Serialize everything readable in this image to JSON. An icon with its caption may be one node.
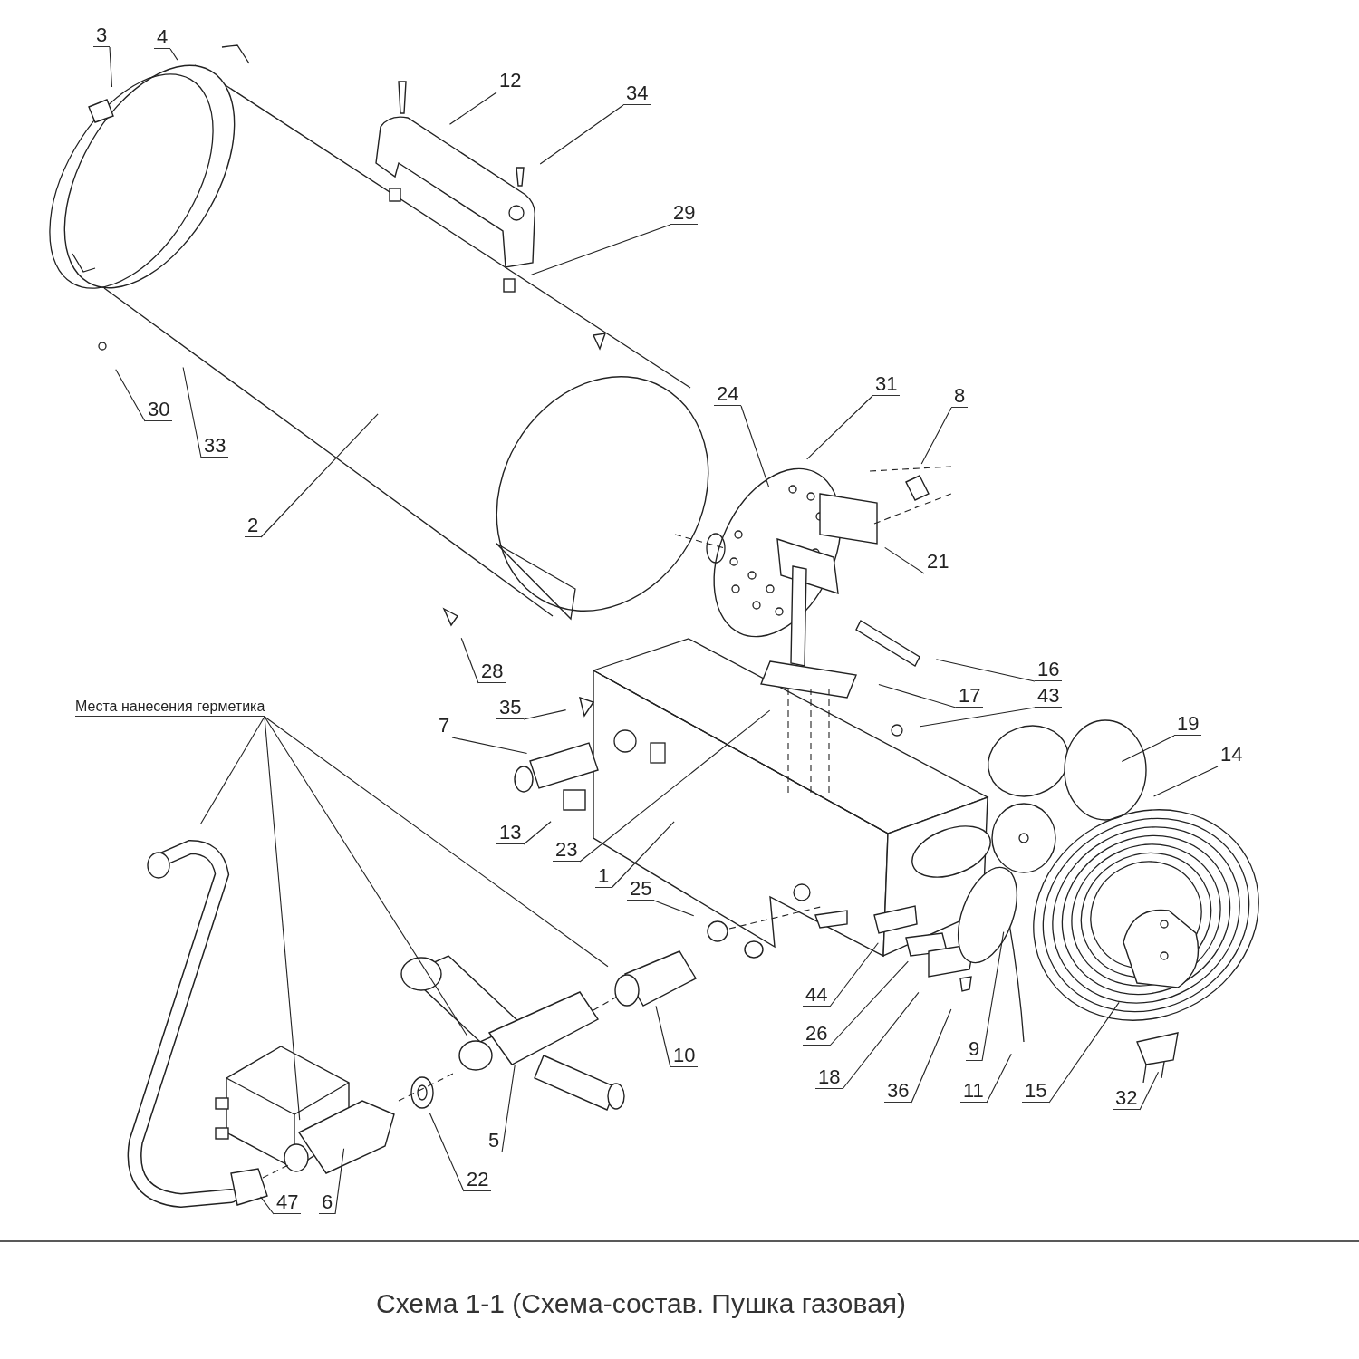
{
  "diagram": {
    "caption": "Схема 1-1 (Схема-состав. Пушка газовая)",
    "nodes": [
      {
        "text": [
          "3"
        ]
      },
      {
        "text": [
          "4"
        ]
      },
      {
        "text": [
          "12"
        ]
      },
      {
        "text": [
          "34"
        ]
      },
      {
        "text": [
          "29"
        ]
      },
      {
        "text": [
          "30"
        ]
      },
      {
        "text": [
          "33"
        ]
      },
      {
        "text": [
          "24"
        ]
      },
      {
        "text": [
          "31"
        ]
      },
      {
        "text": [
          "8"
        ]
      },
      {
        "text": [
          "2"
        ]
      },
      {
        "text": [
          "21"
        ]
      },
      {
        "text": [
          "28"
        ]
      },
      {
        "text": [
          "16"
        ]
      },
      {
        "text": [
          "17"
        ]
      },
      {
        "text": [
          "43"
        ]
      },
      {
        "text": [
          "Места нанесения герметика"
        ]
      },
      {
        "text": [
          "35"
        ]
      },
      {
        "text": [
          "7"
        ]
      },
      {
        "text": [
          "19"
        ]
      },
      {
        "text": [
          "14"
        ]
      },
      {
        "text": [
          "13"
        ]
      },
      {
        "text": [
          "23"
        ]
      },
      {
        "text": [
          "1"
        ]
      },
      {
        "text": [
          "25"
        ]
      },
      {
        "text": [
          "44"
        ]
      },
      {
        "text": [
          "26"
        ]
      },
      {
        "text": [
          "10"
        ]
      },
      {
        "text": [
          "9"
        ]
      },
      {
        "text": [
          "18"
        ]
      },
      {
        "text": [
          "36"
        ]
      },
      {
        "text": [
          "11"
        ]
      },
      {
        "text": [
          "15"
        ]
      },
      {
        "text": [
          "32"
        ]
      },
      {
        "text": [
          "5"
        ]
      },
      {
        "text": [
          "22"
        ]
      },
      {
        "text": [
          "47"
        ]
      },
      {
        "text": [
          "6"
        ]
      }
    ],
    "edges": [
      {
        "from": 0,
        "to": null,
        "arrow": "none"
      },
      {
        "from": 1,
        "to": null,
        "arrow": "none"
      },
      {
        "from": 2,
        "to": null,
        "arrow": "none"
      },
      {
        "from": 3,
        "to": null,
        "arrow": "none"
      },
      {
        "from": 4,
        "to": null,
        "arrow": "none"
      },
      {
        "from": 5,
        "to": null,
        "arrow": "none"
      },
      {
        "from": 6,
        "to": null,
        "arrow": "none"
      },
      {
        "from": 7,
        "to": null,
        "arrow": "none"
      },
      {
        "from": 8,
        "to": null,
        "arrow": "none"
      },
      {
        "from": 9,
        "to": null,
        "arrow": "none"
      },
      {
        "from": 10,
        "to": null,
        "arrow": "none"
      },
      {
        "from": 11,
        "to": null,
        "arrow": "none"
      },
      {
        "from": 12,
        "to": null,
        "arrow": "none"
      },
      {
        "from": 13,
        "to": null,
        "arrow": "none"
      },
      {
        "from": 14,
        "to": null,
        "arrow": "none"
      },
      {
        "from": 15,
        "to": null,
        "arrow": "none"
      },
      {
        "from": 16,
        "to": null,
        "arrow": "none"
      },
      {
        "from": 16,
        "to": null,
        "arrow": "none"
      },
      {
        "from": 16,
        "to": null,
        "arrow": "none"
      },
      {
        "from": 16,
        "to": null,
        "arrow": "none"
      },
      {
        "from": 17,
        "to": null,
        "arrow": "none"
      },
      {
        "from": 18,
        "to": null,
        "arrow": "none"
      },
      {
        "from": 19,
        "to": null,
        "arrow": "none"
      },
      {
        "from": 20,
        "to": null,
        "arrow": "none"
      },
      {
        "from": 21,
        "to": null,
        "arrow": "none"
      },
      {
        "from": 22,
        "to": null,
        "arrow": "none"
      },
      {
        "from": 23,
        "to": null,
        "arrow": "none"
      },
      {
        "from": 24,
        "to": null,
        "arrow": "none"
      },
      {
        "from": 25,
        "to": null,
        "arrow": "none"
      },
      {
        "from": 26,
        "to": null,
        "arrow": "none"
      },
      {
        "from": 27,
        "to": null,
        "arrow": "none"
      },
      {
        "from": 28,
        "to": null,
        "arrow": "none"
      },
      {
        "from": 29,
        "to": null,
        "arrow": "none"
      },
      {
        "from": 30,
        "to": null,
        "arrow": "none"
      },
      {
        "from": 31,
        "to": null,
        "arrow": "none"
      },
      {
        "from": 32,
        "to": null,
        "arrow": "none"
      },
      {
        "from": 33,
        "to": null,
        "arrow": "none"
      },
      {
        "from": 34,
        "to": null,
        "arrow": "none"
      },
      {
        "from": 35,
        "to": null,
        "arrow": "none"
      },
      {
        "from": 36,
        "to": null,
        "arrow": "none"
      },
      {
        "from": 37,
        "to": null,
        "arrow": "none"
      }
    ]
  }
}
